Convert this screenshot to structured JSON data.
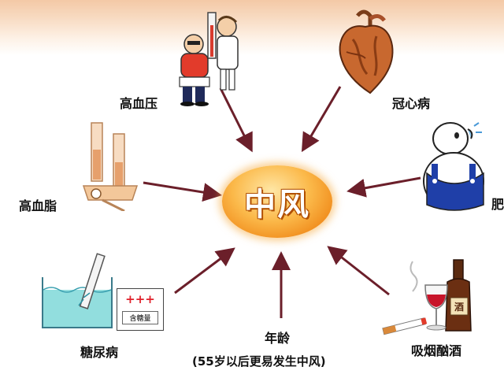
{
  "center": {
    "label": "中风"
  },
  "factors": {
    "hypertension": "高血压",
    "coronary": "冠心病",
    "obesity": "肥",
    "hyperlipidemia": "高血脂",
    "diabetes": "糖尿病",
    "age": "年龄",
    "age_note": "(55岁以后更易发生中风)",
    "smoking_drinking": "吸烟酗酒"
  },
  "illustration_text": {
    "test_plus": "+++",
    "test_sugar": "含糖量",
    "bottle_label": "酒"
  },
  "colors": {
    "arrow": "#6b1f2a",
    "center_orange": "#f08a1a"
  }
}
